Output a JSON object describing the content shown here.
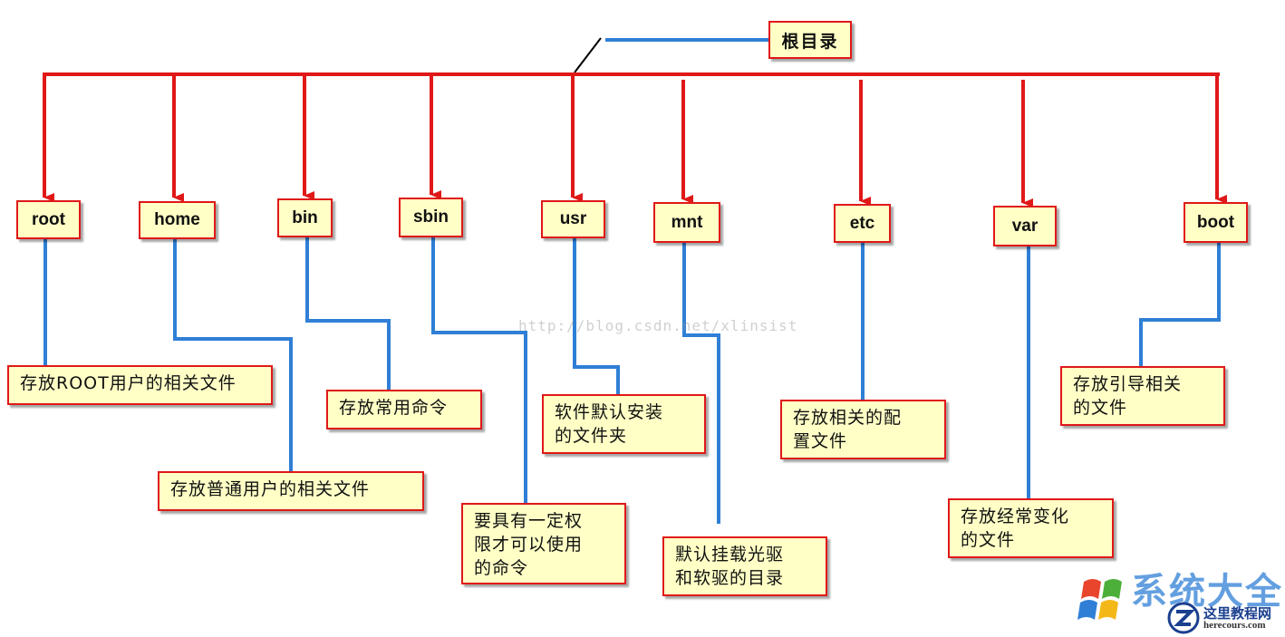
{
  "root": {
    "label": "根目录"
  },
  "directories": [
    {
      "id": "root",
      "name": "root",
      "desc": "存放ROOT用户的相关文件"
    },
    {
      "id": "home",
      "name": "home",
      "desc": "存放普通用户的相关文件"
    },
    {
      "id": "bin",
      "name": "bin",
      "desc": "存放常用命令"
    },
    {
      "id": "sbin",
      "name": "sbin",
      "desc": "要具有一定权\n限才可以使用\n的命令"
    },
    {
      "id": "usr",
      "name": "usr",
      "desc": "软件默认安装\n的文件夹"
    },
    {
      "id": "mnt",
      "name": "mnt",
      "desc": "默认挂载光驱\n和软驱的目录"
    },
    {
      "id": "etc",
      "name": "etc",
      "desc": "存放相关的配\n置文件"
    },
    {
      "id": "var",
      "name": "var",
      "desc": "存放经常变化\n的文件"
    },
    {
      "id": "boot",
      "name": "boot",
      "desc": "存放引导相关\n的文件"
    }
  ],
  "watermark": "http://blog.csdn.net/xlinsist",
  "logo": {
    "main": "系统大全",
    "sub": "这里教程网",
    "url": "herecours.com"
  },
  "colors": {
    "arrow": "#e01818",
    "connector": "#2f7fd6",
    "box_fill": "#ffffc6",
    "box_border": "#e01818"
  }
}
